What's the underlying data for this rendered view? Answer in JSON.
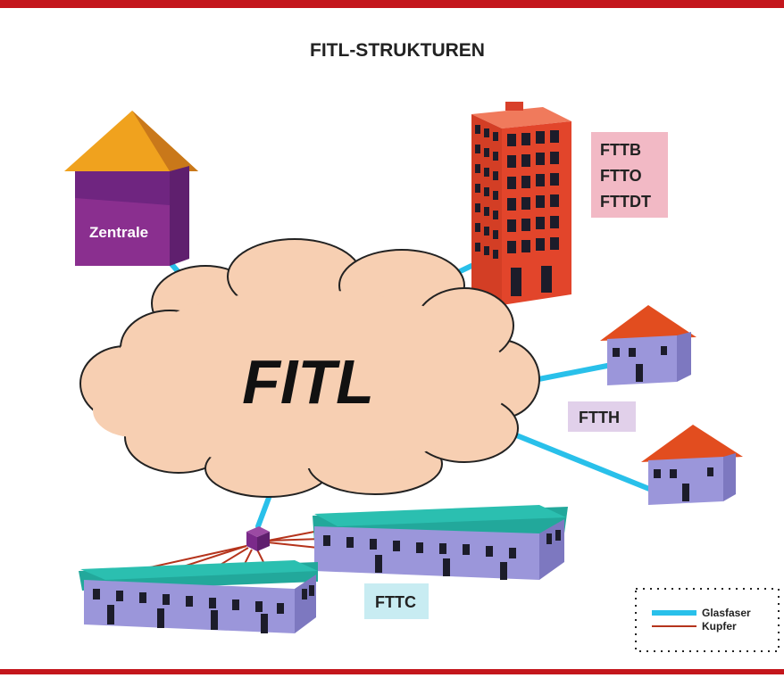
{
  "title": "FITL-STRUKTUREN",
  "cloud_label": "FITL",
  "central_office": {
    "label": "Zentrale"
  },
  "building_labels": [
    "FTTB",
    "FTTO",
    "FTTDT"
  ],
  "home_label": "FTTH",
  "curb_label": "FTTC",
  "legend": {
    "items": [
      {
        "label": "Glasfaser",
        "color": "#29c0ea"
      },
      {
        "label": "Kupfer",
        "color": "#b5341c"
      }
    ]
  },
  "colors": {
    "frame_red": "#c4161c",
    "cloud_fill": "#f7cfb2",
    "roof_orange": "#f0a21e",
    "roof_red": "#e24d1f",
    "purple": "#7b2a8a",
    "house_wall": "#9b96da",
    "barrack_roof": "#22a89b",
    "tower_red": "#e2452b",
    "label_pink": "#f2b9c5",
    "label_lavender": "#e1d0ea",
    "label_cyan": "#c8ecf2"
  }
}
